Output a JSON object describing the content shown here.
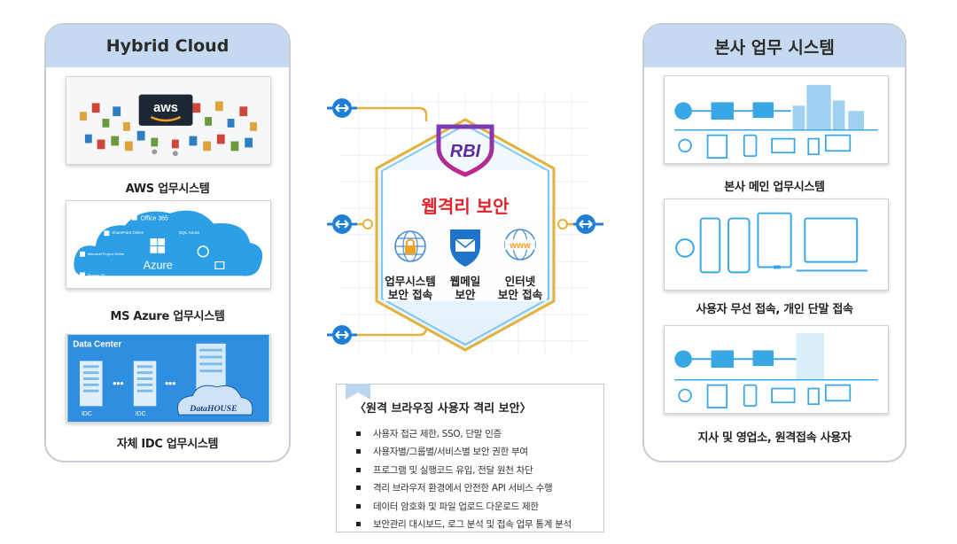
{
  "left_panel": {
    "title": "Hybrid Cloud",
    "cards": [
      {
        "caption": "AWS 업무시스템",
        "logo_text": "aws"
      },
      {
        "caption": "MS Azure 업무시스템",
        "logo_text": "Azure",
        "office_label": "Office 365",
        "sharepoint_label": "SharePoint Online",
        "sql_label": "SQL Azure",
        "project_label": "Microsoft Project Online",
        "powerbi_label": "Power BI"
      },
      {
        "caption": "자체 IDC 업무시스템",
        "dc_title": "Data Center",
        "idc_label_1": "IDC",
        "idc_label_2": "IDC",
        "datahouse_label": "DataHOUSE"
      }
    ]
  },
  "right_panel": {
    "title": "본사 업무 시스템",
    "cards": [
      {
        "caption": "본사 메인 업무시스템"
      },
      {
        "caption": "사용자 무선 접속, 개인 단말 접속"
      },
      {
        "caption": "지사 및 영업소, 원격접속 사용자"
      }
    ]
  },
  "center": {
    "logo": "RBI",
    "title": "웹격리 보안",
    "features": [
      {
        "line1": "업무시스템",
        "line2": "보안 접속",
        "icon": "lock-globe-icon"
      },
      {
        "line1": "웹메일",
        "line2": "보안",
        "icon": "mail-shield-icon"
      },
      {
        "line1": "인터넷",
        "line2": "보안 접속",
        "icon": "www-icon"
      }
    ],
    "www_text": "www"
  },
  "info": {
    "title": "〈원격 브라우징 사용자 격리 보안〉",
    "items": [
      "사용자 접근 제한, SSO, 단말 인증",
      "사용자별/그룹별/서비스별 보안 권한 부여",
      "프로그램 및 실행코드 유입, 전달 원천 차단",
      "격리 브라우저 환경에서 안전한 API 서비스 수행",
      "데이터 암호화 및 파일 업로드 다운로드 제한",
      "보안관리 대시보드, 로그 분석 및 접속 업무 통계 분석"
    ]
  },
  "colors": {
    "header_bg": "#c5daf0",
    "accent_red": "#e3232c",
    "accent_blue": "#1f7fd6",
    "connector_gold": "#e3b23c"
  }
}
